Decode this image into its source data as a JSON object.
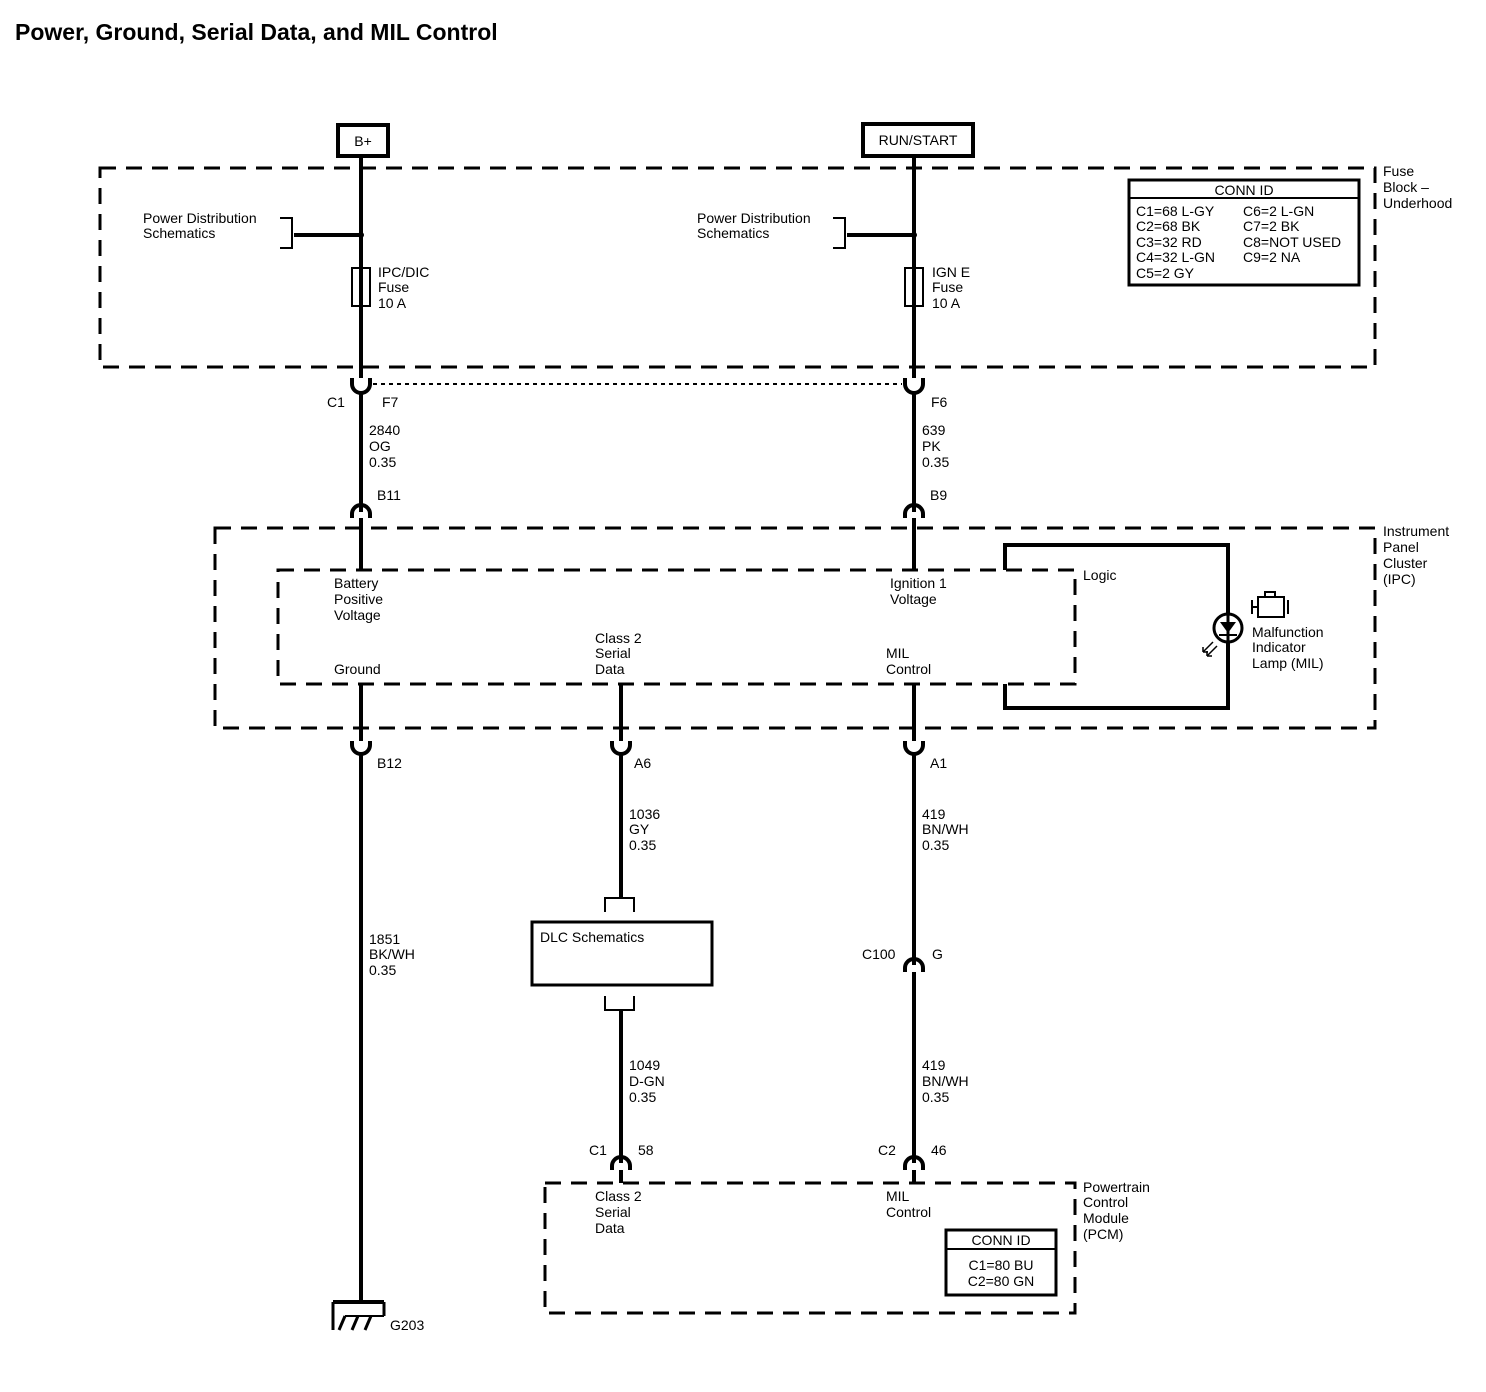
{
  "title": "Power, Ground, Serial Data, and MIL Control",
  "power_sources": {
    "b_plus": "B+",
    "run_start": "RUN/START"
  },
  "fuse_block": {
    "label_lines": [
      "Fuse",
      "Block –",
      "Underhood"
    ],
    "power_dist_left": [
      "Power Distribution",
      "Schematics"
    ],
    "power_dist_right": [
      "Power Distribution",
      "Schematics"
    ],
    "fuse_left": [
      "IPC/DIC",
      "Fuse",
      "10 A"
    ],
    "fuse_right": [
      "IGN E",
      "Fuse",
      "10 A"
    ],
    "conn_id": {
      "header": "CONN ID",
      "left": [
        "C1=68 L-GY",
        "C2=68 BK",
        "C3=32 RD",
        "C4=32 L-GN",
        "C5=2 GY"
      ],
      "right": [
        "C6=2 L-GN",
        "C7=2 BK",
        "C8=NOT USED",
        "C9=2 NA"
      ]
    }
  },
  "connectors": {
    "c1": "C1",
    "f7": "F7",
    "f6": "F6",
    "b11": "B11",
    "b9": "B9",
    "b12": "B12",
    "a6": "A6",
    "a1": "A1",
    "c100": "C100",
    "g": "G",
    "pcm_c1": "C1",
    "pin58": "58",
    "pcm_c2": "C2",
    "pin46": "46"
  },
  "wires": {
    "w2840": [
      "2840",
      "OG",
      "0.35"
    ],
    "w639": [
      "639",
      "PK",
      "0.35"
    ],
    "w1851": [
      "1851",
      "BK/WH",
      "0.35"
    ],
    "w1036": [
      "1036",
      "GY",
      "0.35"
    ],
    "w419a": [
      "419",
      "BN/WH",
      "0.35"
    ],
    "w1049": [
      "1049",
      "D-GN",
      "0.35"
    ],
    "w419b": [
      "419",
      "BN/WH",
      "0.35"
    ]
  },
  "ipc": {
    "label_lines": [
      "Instrument",
      "Panel",
      "Cluster",
      "(IPC)"
    ],
    "battery_voltage": [
      "Battery",
      "Positive",
      "Voltage"
    ],
    "ignition_voltage": [
      "Ignition 1",
      "Voltage"
    ],
    "logic": "Logic",
    "ground": "Ground",
    "class2": [
      "Class 2",
      "Serial",
      "Data"
    ],
    "mil_control": [
      "MIL",
      "Control"
    ],
    "mil_lamp": [
      "Malfunction",
      "Indicator",
      "Lamp (MIL)"
    ]
  },
  "dlc": "DLC Schematics",
  "pcm": {
    "label_lines": [
      "Powertrain",
      "Control",
      "Module",
      "(PCM)"
    ],
    "class2": [
      "Class 2",
      "Serial",
      "Data"
    ],
    "mil_control": [
      "MIL",
      "Control"
    ],
    "conn_id": {
      "header": "CONN ID",
      "lines": [
        "C1=80 BU",
        "C2=80 GN"
      ]
    }
  },
  "ground_label": "G203"
}
